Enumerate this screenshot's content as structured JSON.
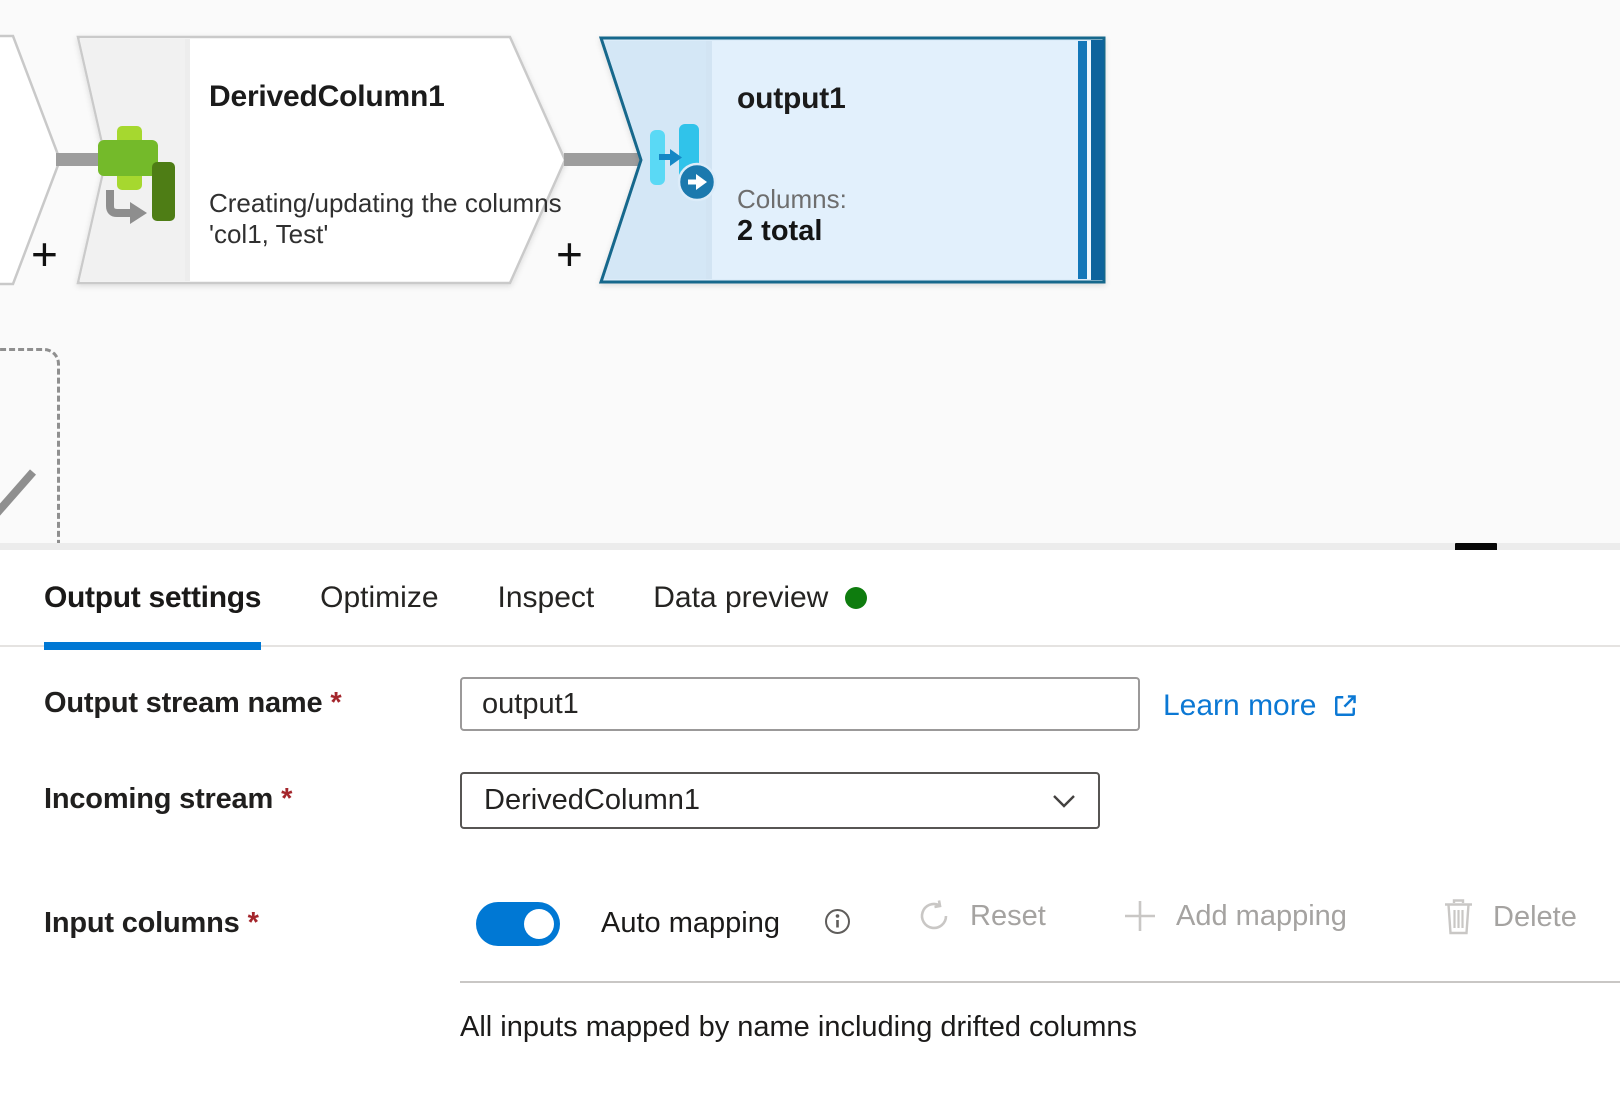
{
  "canvas": {
    "plus_label": "+",
    "derived_node": {
      "title": "DerivedColumn1",
      "description_line1": "Creating/updating the columns",
      "description_line2": "'col1, Test'"
    },
    "output_node": {
      "title": "output1",
      "columns_label": "Columns:",
      "columns_value": "2 total"
    }
  },
  "panel": {
    "tabs": [
      {
        "label": "Output settings",
        "active": true
      },
      {
        "label": "Optimize"
      },
      {
        "label": "Inspect"
      },
      {
        "label": "Data preview",
        "has_status_dot": true
      }
    ],
    "output_stream": {
      "label": "Output stream name",
      "required_marker": "*",
      "value": "output1",
      "learn_more_label": "Learn more"
    },
    "incoming_stream": {
      "label": "Incoming stream",
      "required_marker": "*",
      "value": "DerivedColumn1"
    },
    "input_columns": {
      "label": "Input columns",
      "required_marker": "*",
      "auto_mapping_label": "Auto mapping",
      "auto_mapping_on": true
    },
    "toolbar": {
      "reset": "Reset",
      "add_mapping": "Add mapping",
      "delete": "Delete"
    },
    "status_text": "All inputs mapped by name including drifted columns"
  },
  "icons": {
    "derived_node_icon": "derived-column-icon",
    "output_node_icon": "sink-icon",
    "data_preview_dot": "green-status-dot",
    "learn_more_icon": "external-link-icon",
    "dropdown_icon": "chevron-down-icon",
    "auto_mapping_info": "info-icon",
    "reset_icon": "refresh-icon",
    "add_icon": "plus-icon",
    "delete_icon": "trash-icon"
  },
  "colors": {
    "accent": "#0078d4",
    "selected_node_border": "#19688c",
    "selected_node_fill": "#dcecf9",
    "success_dot": "#0e7c0e",
    "required": "#a4262c",
    "disabled_text": "#a5a3a1",
    "canvas_background": "#fafafa"
  }
}
